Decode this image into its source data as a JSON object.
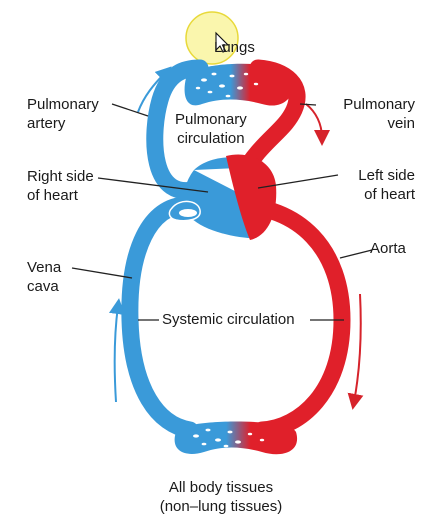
{
  "diagram": {
    "labels": {
      "lungs": "Lungs",
      "pulmonary_artery": "Pulmonary\nartery",
      "pulmonary_circulation": "Pulmonary\ncirculation",
      "pulmonary_vein": "Pulmonary\nvein",
      "right_side_heart": "Right side\nof heart",
      "left_side_heart": "Left side\nof heart",
      "vena_cava": "Vena\ncava",
      "aorta": "Aorta",
      "systemic_circulation": "Systemic circulation",
      "body_tissues": "All body tissues\n(non–lung tissues)"
    },
    "colors": {
      "deoxygenated": "#3a9ad9",
      "oxygenated": "#e0202a",
      "arrow_blue": "#3a9ad9",
      "arrow_red": "#d6232b",
      "leader_line": "#222222",
      "cursor_highlight": "#f2e84a"
    },
    "icons": [
      "cursor-arrow-icon",
      "flow-arrow-icon"
    ]
  }
}
